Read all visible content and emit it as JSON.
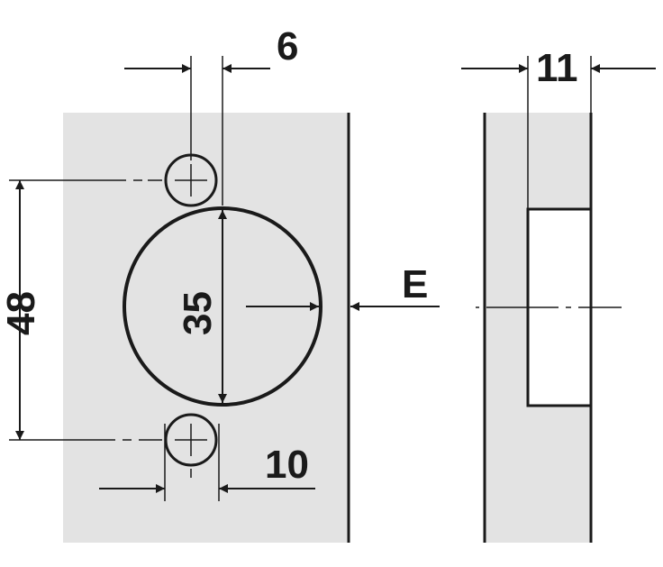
{
  "labels": {
    "screw_spacing": "6",
    "side_thickness": "11",
    "hole_spacing": "48",
    "cup_diameter": "35",
    "edge_distance": "E",
    "screw_offset": "10"
  },
  "colors": {
    "panel_fill": "#e3e3e3",
    "line": "#1a1a1a",
    "background": "#ffffff"
  }
}
